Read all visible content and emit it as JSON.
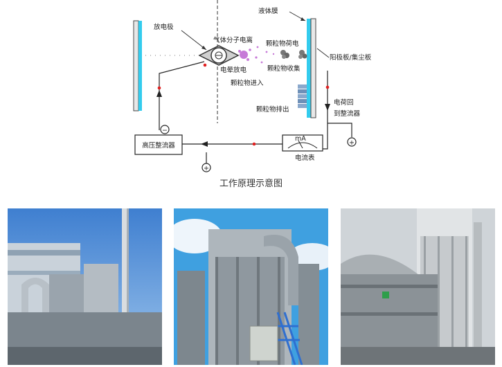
{
  "diagram": {
    "labels": {
      "discharge_electrode": "放电极",
      "gas_ionization": "气体分子电离",
      "corona_discharge": "电晕放电",
      "particle_inlet": "颗粒物进入",
      "liquid_film": "液体膜",
      "particle_charging": "颗粒物荷电",
      "particle_collection": "颗粒物收集",
      "particle_outlet": "颗粒物排出",
      "anode_collector": "阳极板/集尘板",
      "charge_return_line1": "电荷回",
      "charge_return_line2": "到整流器",
      "hv_rectifier": "高压整流器",
      "ammeter": "电流表",
      "ammeter_unit": "mA"
    },
    "polarity": {
      "negative": "−",
      "positive": "+"
    },
    "colors": {
      "plate_cyan": "#33ccee",
      "charged_particle": "#c77ad8",
      "wire_red_dot": "#e02020",
      "collected_dust": "#8aa8cc"
    }
  },
  "caption": "工作原理示意图",
  "photos": [
    {
      "name": "photo-industrial-plant-with-chimney"
    },
    {
      "name": "photo-wet-esp-tower"
    },
    {
      "name": "photo-dust-collector-with-ducts"
    }
  ]
}
